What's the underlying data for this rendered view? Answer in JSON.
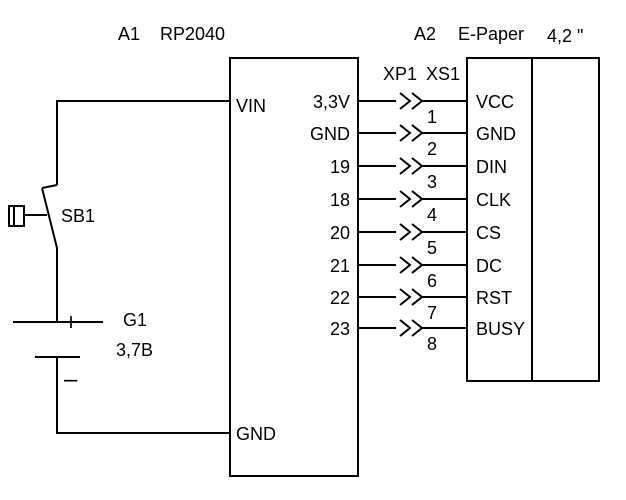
{
  "modules": {
    "a1": {
      "designator": "A1",
      "name": "RP2040",
      "pin_vin": "VIN",
      "pin_gnd": "GND"
    },
    "a2": {
      "designator": "A2",
      "name": "E-Paper",
      "size": "4,2 \""
    }
  },
  "connector": {
    "plug": "XP1",
    "socket": "XS1"
  },
  "switch": {
    "designator": "SB1"
  },
  "battery": {
    "designator": "G1",
    "voltage": "3,7В",
    "plus": "+",
    "minus": "–"
  },
  "connections": [
    {
      "a1_pin": "3,3V",
      "contact": "1",
      "a2_pin": "VCC"
    },
    {
      "a1_pin": "GND",
      "contact": "2",
      "a2_pin": "GND"
    },
    {
      "a1_pin": "19",
      "contact": "3",
      "a2_pin": "DIN"
    },
    {
      "a1_pin": "18",
      "contact": "4",
      "a2_pin": "CLK"
    },
    {
      "a1_pin": "20",
      "contact": "5",
      "a2_pin": "CS"
    },
    {
      "a1_pin": "21",
      "contact": "6",
      "a2_pin": "DC"
    },
    {
      "a1_pin": "22",
      "contact": "7",
      "a2_pin": "RST"
    },
    {
      "a1_pin": "23",
      "contact": "8",
      "a2_pin": "BUSY"
    }
  ]
}
